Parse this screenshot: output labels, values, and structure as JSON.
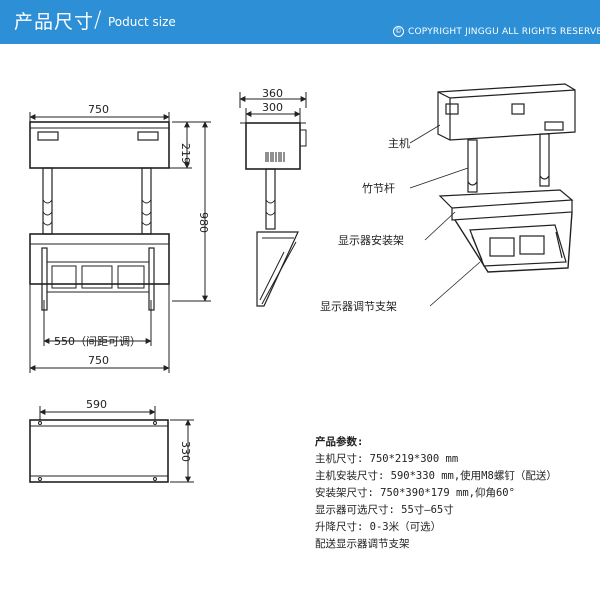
{
  "header": {
    "title": "产品尺寸",
    "separator": "/",
    "subtitle": "Poduct size",
    "copyright_icon": "©",
    "copyright": "COPYRIGHT JINGGU ALL RIGHTS RESERVED"
  },
  "front_view": {
    "top_width": "750",
    "height_total": "980",
    "host_height": "219",
    "spacing": "550（间距可调）",
    "bottom_width": "750"
  },
  "side_view": {
    "outer_width": "360",
    "inner_width": "300"
  },
  "top_view": {
    "width": "590",
    "depth": "330"
  },
  "callouts": {
    "host": "主机",
    "pole": "竹节杆",
    "mount": "显示器安装架",
    "bracket": "显示器调节支架"
  },
  "params": {
    "title": "产品参数:",
    "lines": [
      "主机尺寸: 750*219*300 mm",
      "主机安装尺寸: 590*330 mm,使用M8螺钉（配送）",
      "安装架尺寸: 750*390*179 mm,仰角60°",
      "显示器可选尺寸: 55寸—65寸",
      "升降尺寸: 0-3米（可选）",
      "配送显示器调节支架"
    ]
  }
}
